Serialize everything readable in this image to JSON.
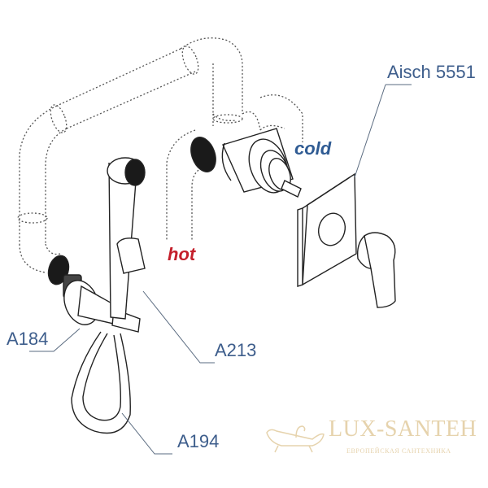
{
  "diagram": {
    "type": "exploded installation diagram",
    "subject": "concealed hygienic shower mixer set",
    "colors": {
      "label_text": "#3e5e8c",
      "cold_label": "#2f5b93",
      "hot_label": "#c41f2b",
      "line_art": "#222222",
      "watermark": "#e6d3ad"
    },
    "labels": {
      "product": "Aisch 5551",
      "cold": "cold",
      "hot": "hot",
      "part_a184": "A184",
      "part_a213": "A213",
      "part_a194": "A194"
    },
    "watermark": {
      "brand": "LUX-SANTEH",
      "tagline": "ЕВРОПЕЙСКАЯ САНТЕХНИКА",
      "icon": "bathtub-icon"
    }
  }
}
